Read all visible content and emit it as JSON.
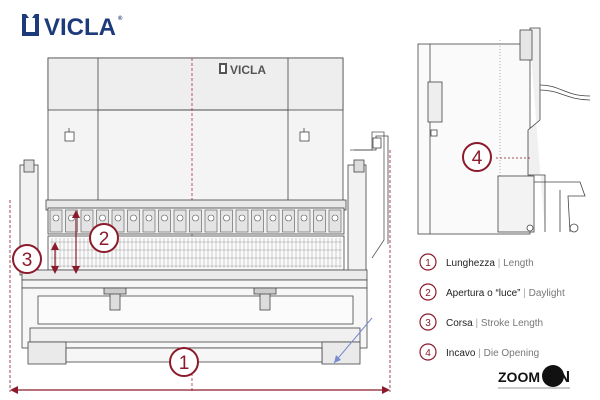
{
  "brand": {
    "logo_text": "VICLA",
    "trademark": "®",
    "machine_plate": "VICLA"
  },
  "accent_color": "#8b1a2b",
  "callouts": [
    {
      "number": "1",
      "label": "Lunghezza",
      "sub": "Length"
    },
    {
      "number": "2",
      "label": "Apertura o “luce”",
      "sub": "Daylight"
    },
    {
      "number": "3",
      "label": "Corsa",
      "sub": "Stroke Length"
    },
    {
      "number": "4",
      "label": "Incavo",
      "sub": "Die Opening"
    }
  ],
  "footer_logo": {
    "word": "ZOOM",
    "on": "ON"
  }
}
